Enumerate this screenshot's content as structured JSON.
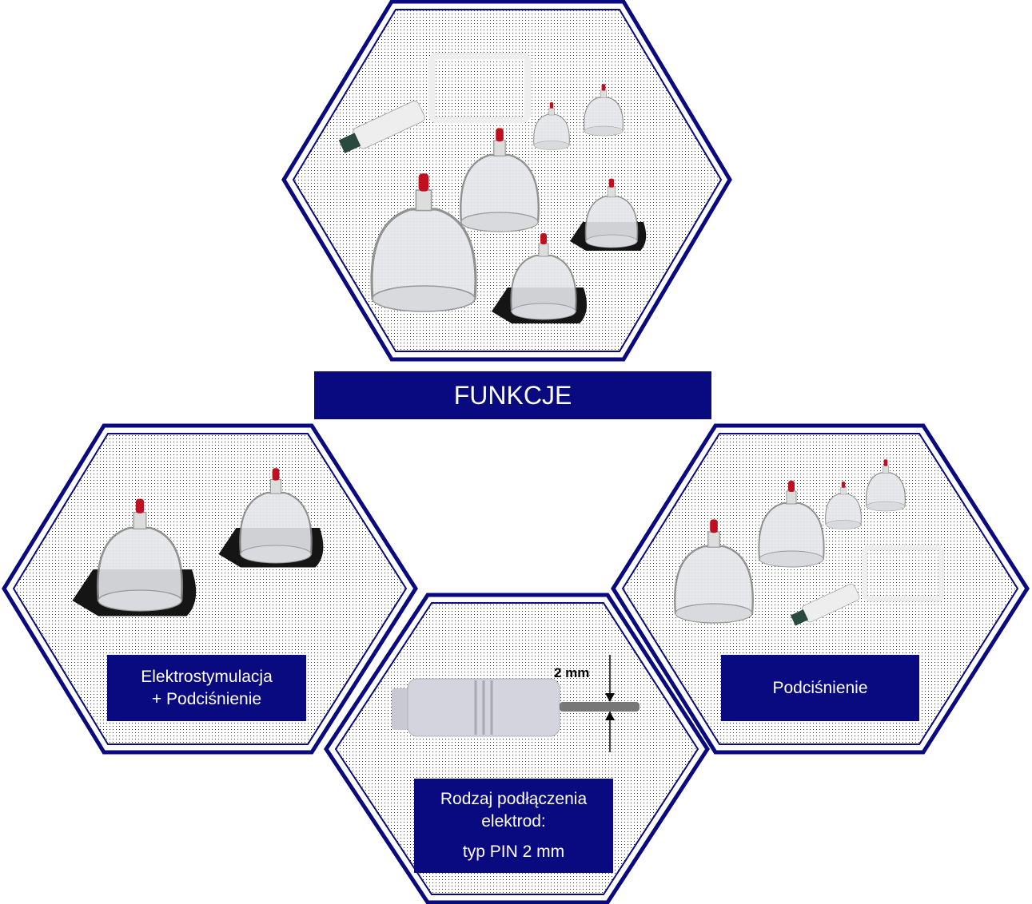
{
  "title": "FUNKCJE",
  "panels": {
    "top": {
      "image": "cupping-set-with-pump"
    },
    "left": {
      "line1": "Elektrostymulacja",
      "line2": "+ Podciśnienie"
    },
    "right": {
      "label": "Podciśnienie"
    },
    "bottom": {
      "line1": "Rodzaj podłączenia",
      "line2": "elektrod:",
      "line3": "typ PIN 2 mm",
      "dimension_label": "2 mm"
    }
  },
  "colors": {
    "navy": "#0a0a80",
    "dots": "#222222"
  }
}
